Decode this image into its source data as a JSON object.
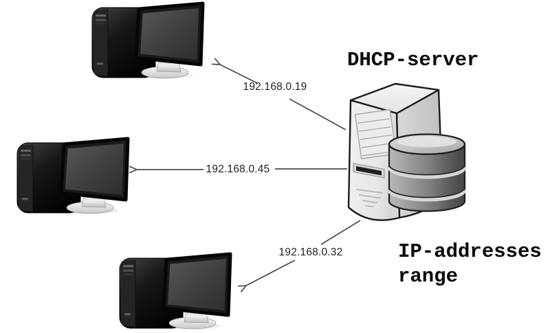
{
  "diagram": {
    "title": "DHCP-server",
    "range_label_lines": [
      "IP-addresses",
      "range"
    ],
    "clients": [
      {
        "id": "client-1",
        "ip": "192.168.0.19"
      },
      {
        "id": "client-2",
        "ip": "192.168.0.45"
      },
      {
        "id": "client-3",
        "ip": "192.168.0.32"
      }
    ],
    "icons": {
      "server": "server-tower-database-icon",
      "client": "desktop-computer-icon",
      "arrow": "assignment-arrow-icon"
    },
    "colors": {
      "background": "#ffffff",
      "heading_text": "#0d0d0d",
      "ip_text": "#1e1e1e",
      "arrow": "#4a4a4a",
      "server_front": "#e9e9e9",
      "server_outline": "#1a1a1a",
      "database_dark": "#4a4a4a",
      "database_light": "#d6d6d6",
      "computer_black": "#141414",
      "stand_silver": "#e0e0e0"
    }
  }
}
